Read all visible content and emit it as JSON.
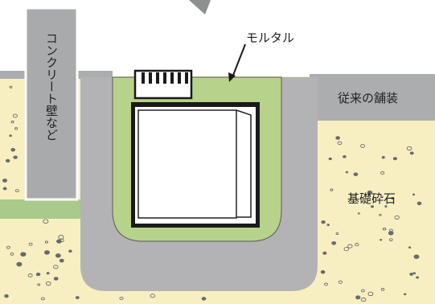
{
  "labels": {
    "wall": "コンクリート壁など",
    "mortar": "モルタル",
    "pavement": "従来の舗装",
    "gravel": "基礎砕石"
  },
  "colors": {
    "sky": "#ffffff",
    "gravel_fill": "#f7efc2",
    "gravel_dots": "#6a6a6a",
    "concrete": "#b3b3b5",
    "wall": "#a9aaab",
    "mortar": "#b7d28b",
    "pavement": "#acadae",
    "outline": "#1a1a1a",
    "strip": "#a9ca8a"
  }
}
